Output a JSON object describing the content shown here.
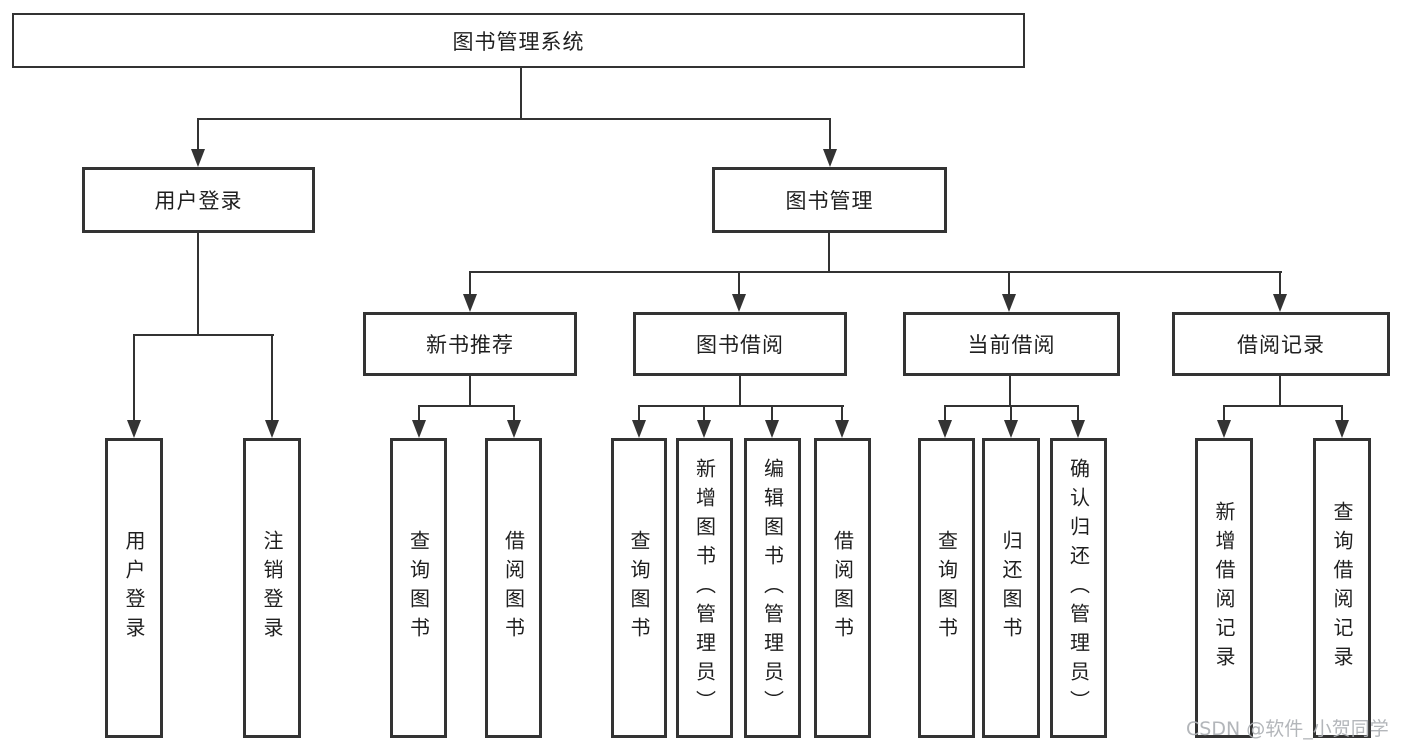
{
  "root": {
    "label": "图书管理系统"
  },
  "level2": [
    {
      "label": "用户登录"
    },
    {
      "label": "图书管理"
    }
  ],
  "level3": [
    {
      "label": "新书推荐"
    },
    {
      "label": "图书借阅"
    },
    {
      "label": "当前借阅"
    },
    {
      "label": "借阅记录"
    }
  ],
  "leaves": {
    "user": [
      "用户登录",
      "注销登录"
    ],
    "newbook": [
      "查询图书",
      "借阅图书"
    ],
    "borrow": [
      "查询图书",
      "新增图书（管理员）",
      "编辑图书（管理员）",
      "借阅图书"
    ],
    "current": [
      "查询图书",
      "归还图书",
      "确认归还（管理员）"
    ],
    "records": [
      "新增借阅记录",
      "查询借阅记录"
    ]
  },
  "watermark": "CSDN @软件_小贺同学",
  "colors": {
    "line": "#333333",
    "text": "#1f1f1f",
    "watermark": "#afb2b6",
    "background": "#ffffff"
  }
}
